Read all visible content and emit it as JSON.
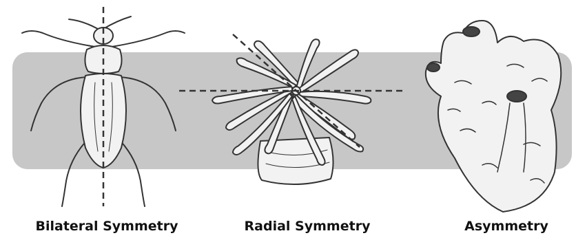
{
  "panels": [
    {
      "id": "bilateral",
      "label": "Bilateral Symmetry",
      "organism": "beetle"
    },
    {
      "id": "radial",
      "label": "Radial Symmetry",
      "organism": "sea-anemone"
    },
    {
      "id": "asymmetry",
      "label": "Asymmetry",
      "organism": "sponge"
    }
  ],
  "colors": {
    "band": "#c7c7c7",
    "body_fill": "#f2f2f2",
    "outline": "#333333",
    "axis_line": "#333333",
    "caption_text": "#111111"
  }
}
